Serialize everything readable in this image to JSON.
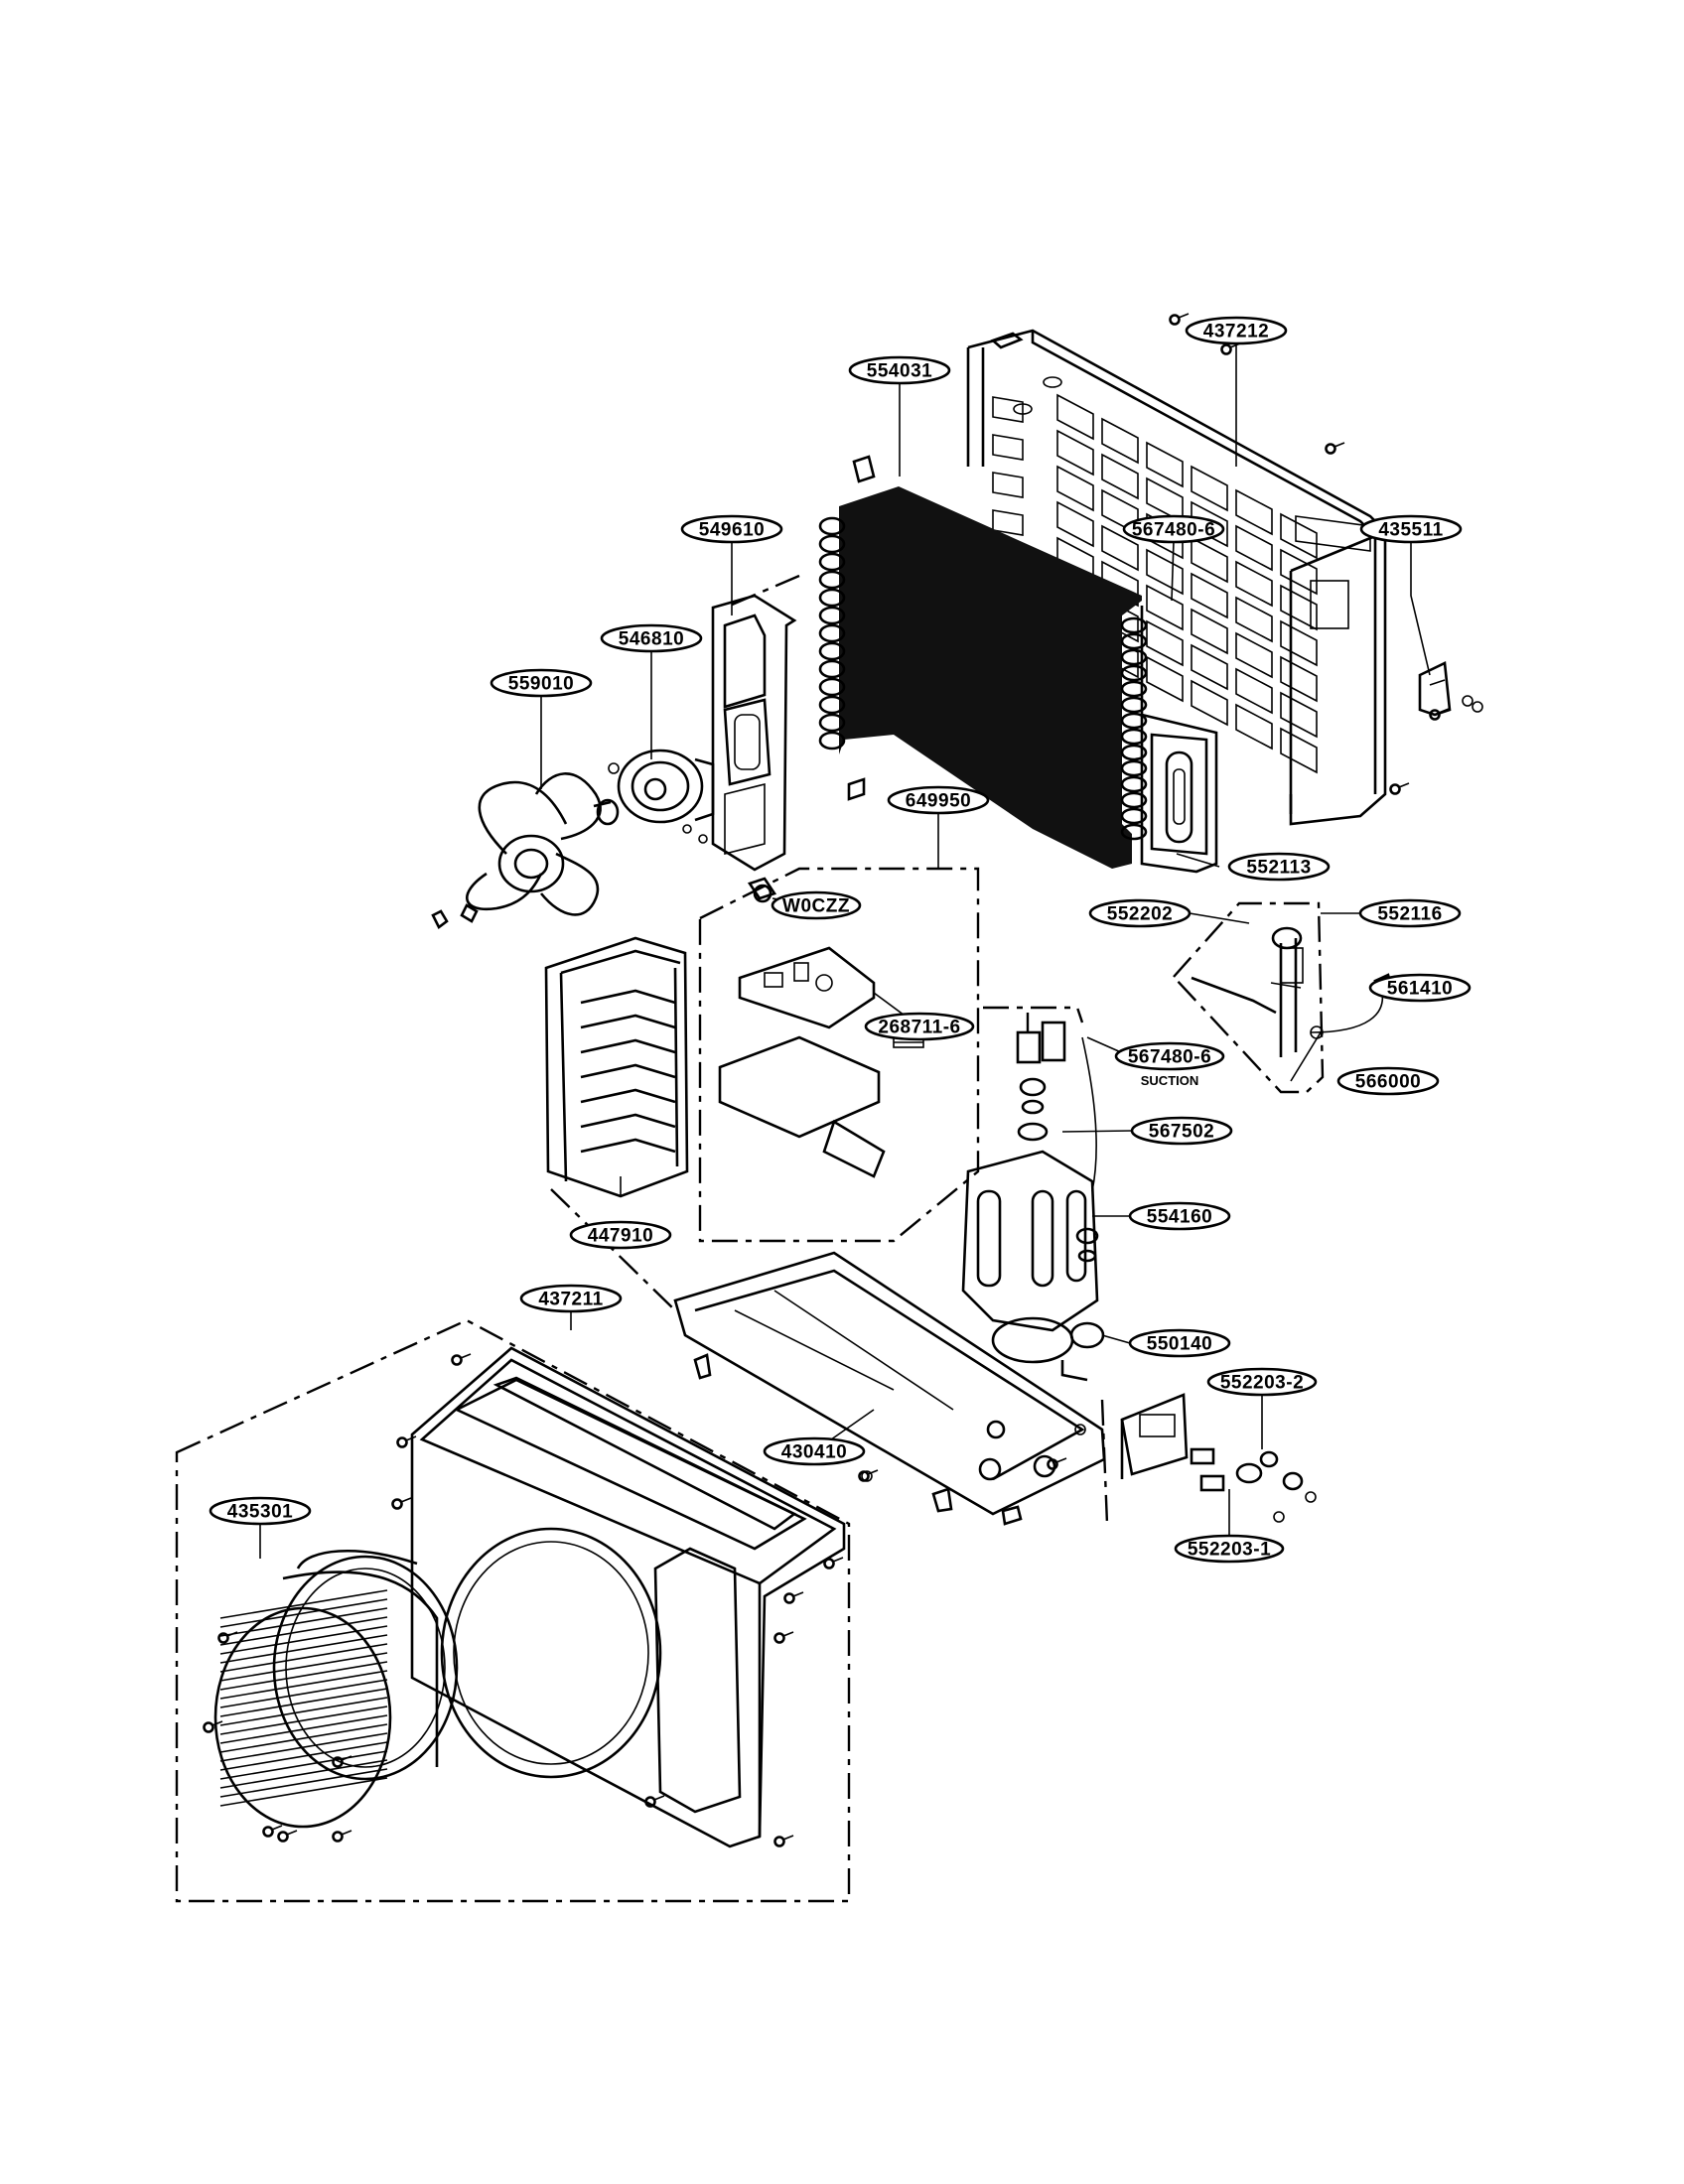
{
  "parts": [
    {
      "id": "p437212",
      "number": "437212"
    },
    {
      "id": "p554031",
      "number": "554031"
    },
    {
      "id": "p567480a",
      "number": "567480-6"
    },
    {
      "id": "p435511",
      "number": "435511"
    },
    {
      "id": "p549610",
      "number": "549610"
    },
    {
      "id": "p546810",
      "number": "546810"
    },
    {
      "id": "p559010",
      "number": "559010"
    },
    {
      "id": "p649950",
      "number": "649950"
    },
    {
      "id": "p552113",
      "number": "552113"
    },
    {
      "id": "pW0CZZ",
      "number": "W0CZZ"
    },
    {
      "id": "p552202",
      "number": "552202"
    },
    {
      "id": "p552116",
      "number": "552116"
    },
    {
      "id": "p561410",
      "number": "561410"
    },
    {
      "id": "p268711",
      "number": "268711-6"
    },
    {
      "id": "p567480b",
      "number": "567480-6"
    },
    {
      "id": "p566000",
      "number": "566000"
    },
    {
      "id": "p567502",
      "number": "567502"
    },
    {
      "id": "p554160",
      "number": "554160"
    },
    {
      "id": "p447910",
      "number": "447910"
    },
    {
      "id": "p437211",
      "number": "437211"
    },
    {
      "id": "p550140",
      "number": "550140"
    },
    {
      "id": "p552203b",
      "number": "552203-2"
    },
    {
      "id": "p430410",
      "number": "430410"
    },
    {
      "id": "p435301",
      "number": "435301"
    },
    {
      "id": "p552203a",
      "number": "552203-1"
    }
  ],
  "notes": {
    "suction": "SUCTION"
  }
}
